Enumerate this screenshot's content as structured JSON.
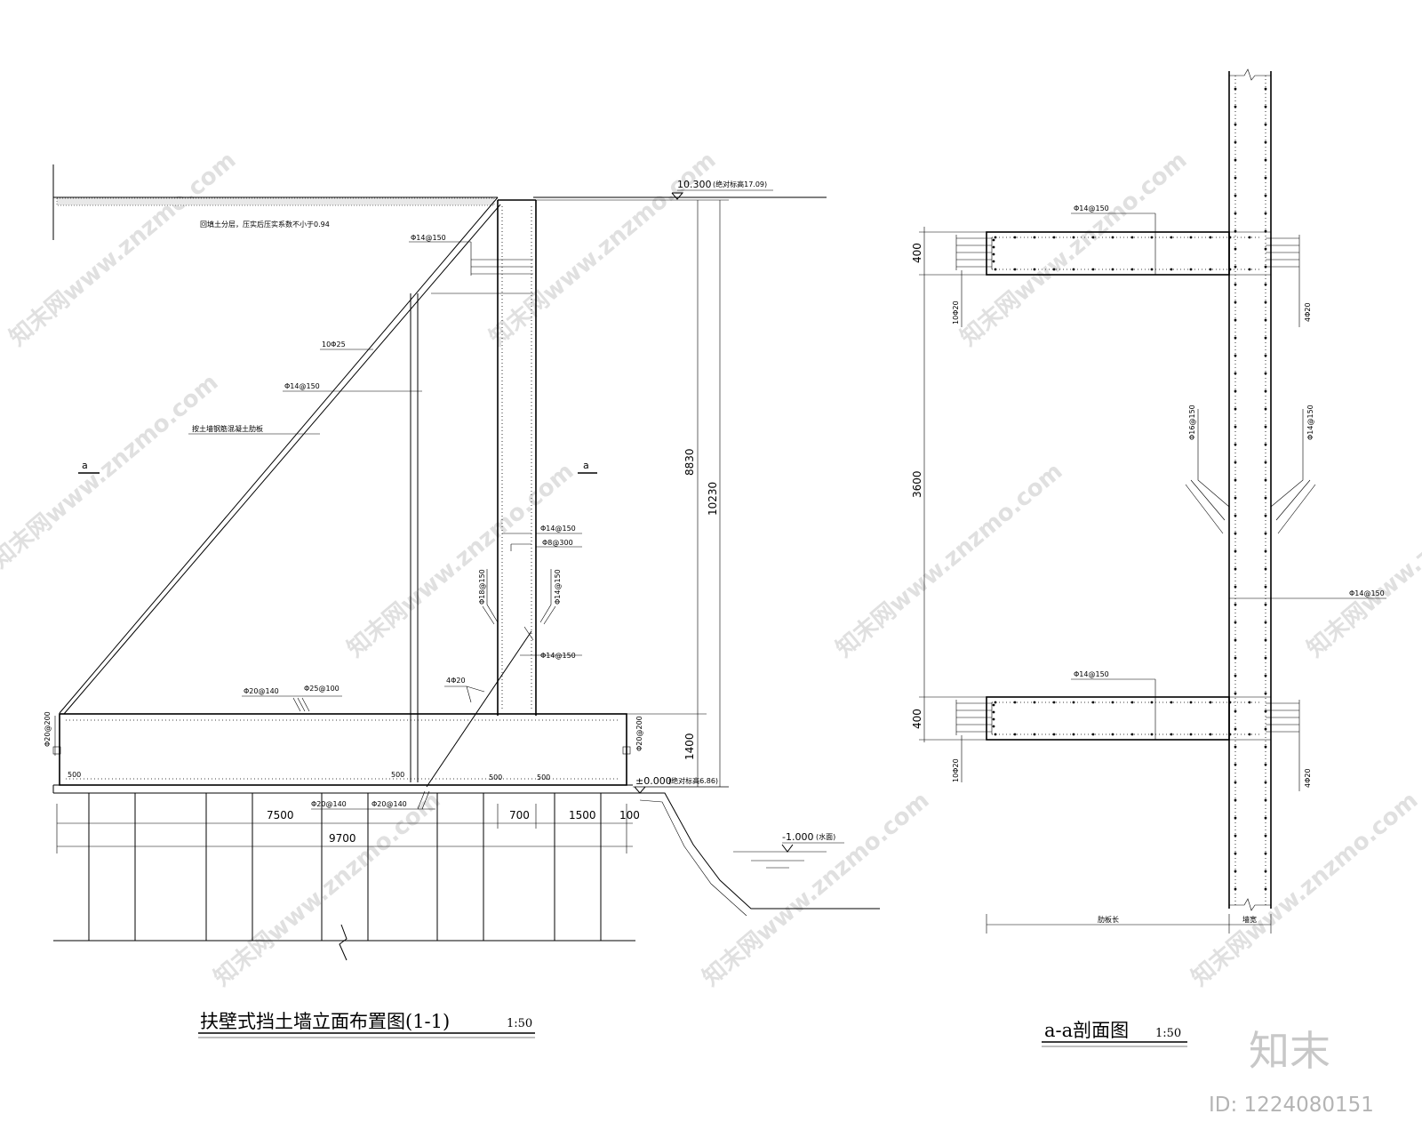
{
  "drawing": {
    "elevation_title": "扶壁式挡土墙立面布置图(1-1)",
    "elevation_scale": "1:50",
    "section_title": "a-a剖面图",
    "section_scale": "1:50",
    "logo": "知末",
    "image_id": "ID: 1224080151",
    "watermark": "知末网www.znzmo.com"
  },
  "elevation": {
    "level_top": "10.300",
    "level_top_note": "(绝对标高17.09)",
    "level_zero": "±0.000",
    "level_zero_note": "(绝对标高6.86)",
    "water_level": "-1.000",
    "water_level_note": "(水面)",
    "backfill_note": "回填土分层，压实后压实系数不小于0.94",
    "counterfort_note": "按土墙钢筋混凝土肋板",
    "section_mark_left": "a",
    "section_mark_right": "a",
    "rebar": {
      "top_rib": "Φ14@150",
      "slope_bars": "10Φ25",
      "rib_mid": "Φ14@150",
      "wall_right_1": "Φ14@150",
      "wall_right_2": "Φ8@300",
      "wall_vert_left": "Φ18@150",
      "wall_vert_right": "Φ14@150",
      "wall_lower": "Φ14@150",
      "haunch_bars": "4Φ20",
      "base_top_1": "Φ20@140",
      "base_top_2": "Φ25@100",
      "base_left_side": "Φ20@200",
      "base_right_side": "Φ20@200",
      "base_bot_1": "Φ20@140",
      "base_bot_2": "Φ20@140"
    },
    "small_dims": {
      "d1": "500",
      "d2": "500",
      "d3": "500",
      "d4": "500"
    },
    "dims": {
      "heel": "7500",
      "wall": "700",
      "toe": "1500",
      "edge": "100",
      "base_total": "9700",
      "wall_height": "8830",
      "total_height": "10230",
      "base_thick": "1400"
    }
  },
  "section": {
    "rib_top_bar": "Φ14@150",
    "rib_bottom_bar": "Φ14@150",
    "wall_mid_bar": "Φ14@150",
    "wall_vert_left": "Φ16@150",
    "wall_vert_right": "Φ14@150",
    "rib_left_1": "10Φ20",
    "rib_left_2": "10Φ20",
    "rib_right_1": "4Φ20",
    "rib_right_2": "4Φ20",
    "dim_rib_top": "400",
    "dim_clear": "3600",
    "dim_rib_bottom": "400",
    "rib_length_label": "肋板长",
    "wall_width_label": "墙宽"
  }
}
